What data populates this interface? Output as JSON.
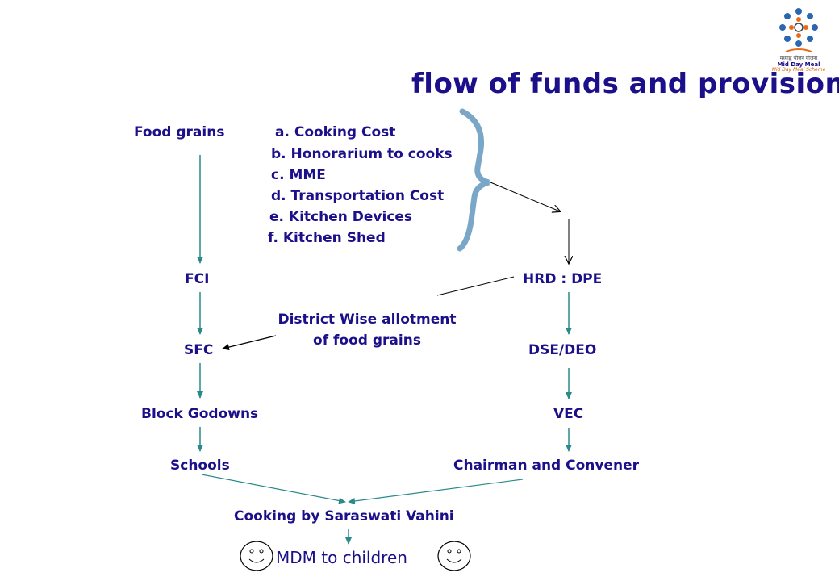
{
  "title": "flow of funds and provisions",
  "logo": {
    "hindi": "मध्याह्न भोजन योजना",
    "english": "Mid Day Meal",
    "sub": "Mid Day Meal Scheme"
  },
  "nodes": {
    "food_grains": "Food grains",
    "fci": "FCI",
    "sfc": "SFC",
    "block_godowns": "Block Godowns",
    "schools": "Schools",
    "hrd_dpe": "HRD : DPE",
    "dse_deo": "DSE/DEO",
    "vec": "VEC",
    "chairman": "Chairman and Convener",
    "cooking": "Cooking by Saraswati Vahini",
    "mdm": "MDM to children"
  },
  "fund_items": [
    "a. Cooking Cost",
    "b. Honorarium to cooks",
    "c. MME",
    "d. Transportation Cost",
    "e. Kitchen Devices",
    "f. Kitchen Shed"
  ],
  "allotment": {
    "line1": "District Wise allotment",
    "line2": "of food grains"
  },
  "colors": {
    "text": "#1b0f8a",
    "arrow": "#2a8a8a",
    "brace": "#7aa7c7",
    "black": "#000000"
  }
}
